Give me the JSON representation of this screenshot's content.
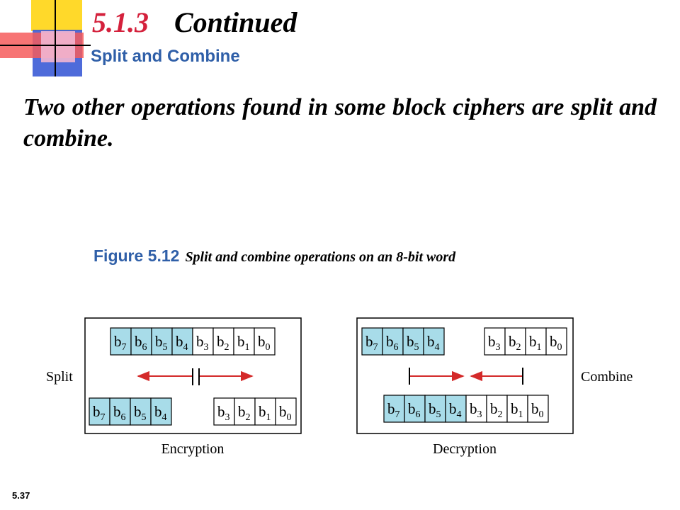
{
  "slide": {
    "number": "5.1.3",
    "title": "Continued",
    "subtitle": "Split and Combine",
    "body": "Two other operations found in some block ciphers are split and combine.",
    "slide_number": "5.37"
  },
  "figure": {
    "label": "Figure 5.12",
    "caption": "Split and combine operations on an 8-bit word",
    "encryption_label": "Encryption",
    "decryption_label": "Decryption",
    "split_label": "Split",
    "combine_label": "Combine",
    "bit_prefix": "b",
    "left_half_bits": [
      "7",
      "6",
      "5",
      "4"
    ],
    "right_half_bits": [
      "3",
      "2",
      "1",
      "0"
    ]
  },
  "colors": {
    "title_number": "#d4213c",
    "accent_blue": "#2f5fa8",
    "cell_fill": "#a8dce9",
    "arrow_red": "#d42a2a"
  }
}
